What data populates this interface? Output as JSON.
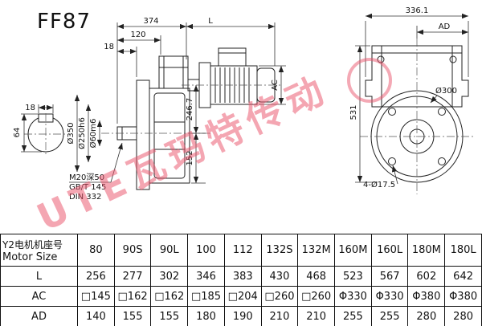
{
  "title": "FF87",
  "watermark": "UTE瓦玛特传动",
  "drawing": {
    "side_view": {
      "dim_374": "374",
      "dim_L": "L",
      "dim_120": "120",
      "dim_18": "18",
      "dim_246_7": "246.7",
      "dim_152": "152",
      "dim_AC": "AC",
      "dia_350": "Ø350",
      "dia_250": "Ø250h6",
      "dia_60": "Ø60m6",
      "key_width": "18",
      "key_height": "64",
      "thread_note": "M20深50",
      "std_note_1": "GB/T 145",
      "std_note_2": "DIN 332"
    },
    "front_view": {
      "dim_336_1": "336.1",
      "dim_AD": "AD",
      "dim_531": "531",
      "dia_300": "Ø300",
      "holes_note": "4-Ø17.5"
    }
  },
  "table": {
    "header_line1": "Y2电机机座号",
    "header_line2": "Motor Size",
    "columns": [
      "80",
      "90S",
      "90L",
      "100",
      "112",
      "132S",
      "132M",
      "160M",
      "160L",
      "180M",
      "180L"
    ],
    "rows": [
      {
        "label": "L",
        "values": [
          "256",
          "277",
          "302",
          "346",
          "383",
          "430",
          "468",
          "523",
          "567",
          "602",
          "642"
        ]
      },
      {
        "label": "AC",
        "values": [
          "□145",
          "□162",
          "□162",
          "□185",
          "□204",
          "□260",
          "□260",
          "Φ330",
          "Φ330",
          "Φ380",
          "Φ380"
        ]
      },
      {
        "label": "AD",
        "values": [
          "140",
          "155",
          "155",
          "180",
          "190",
          "210",
          "210",
          "255",
          "255",
          "280",
          "280"
        ]
      }
    ]
  }
}
